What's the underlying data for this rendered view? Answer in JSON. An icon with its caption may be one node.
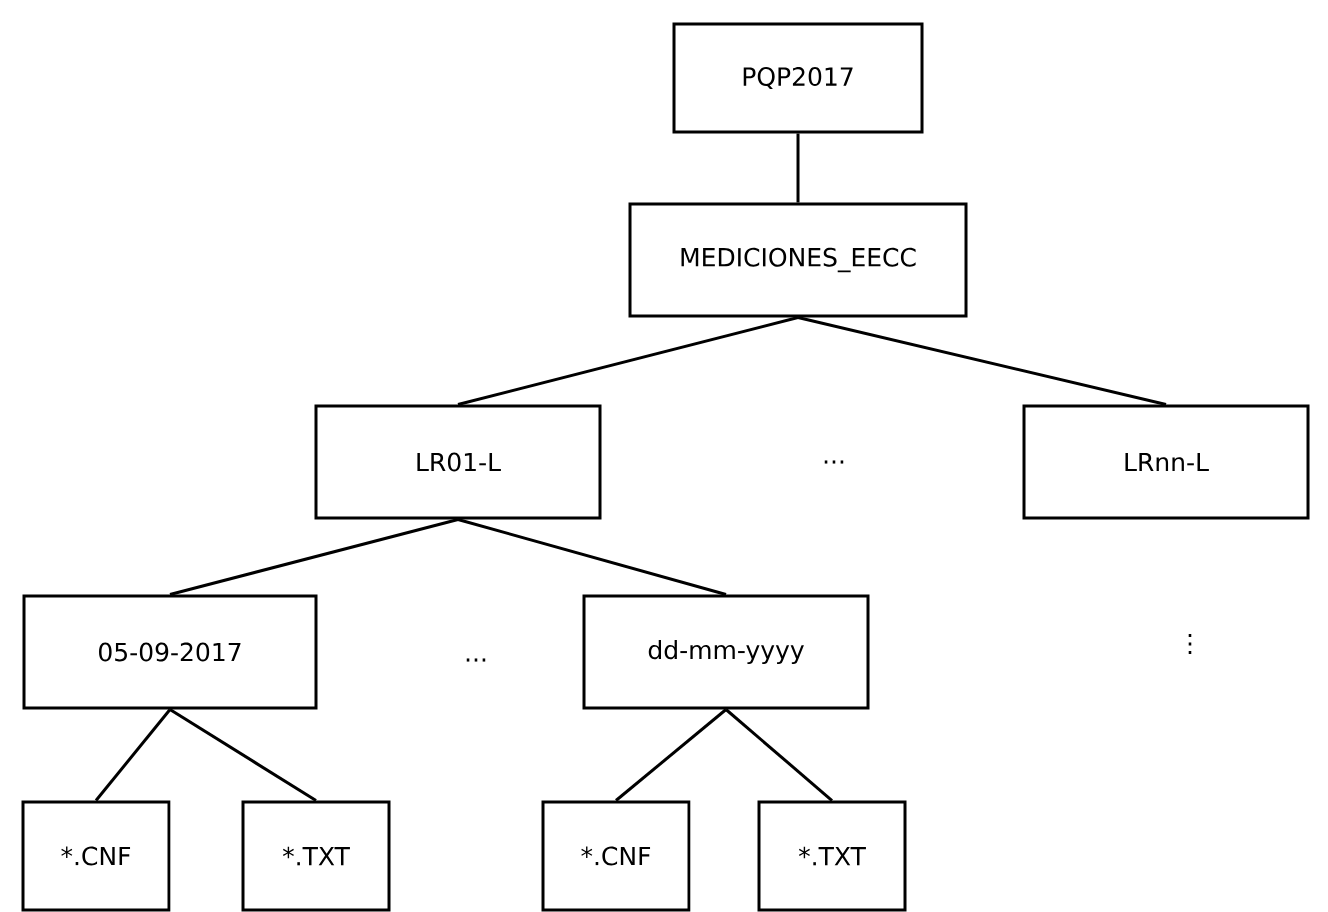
{
  "diagram": {
    "nodes": [
      {
        "text": [
          "PQP2017"
        ]
      },
      {
        "text": [
          "MEDICIONES_EECC"
        ]
      },
      {
        "text": [
          "LR01-L"
        ]
      },
      {
        "text": [
          "LRnn-L"
        ]
      },
      {
        "text": [
          "05-09-2017"
        ]
      },
      {
        "text": [
          "dd-mm-yyyy"
        ]
      },
      {
        "text": [
          "*.CNF"
        ]
      },
      {
        "text": [
          "*.TXT"
        ]
      },
      {
        "text": [
          "*.CNF"
        ]
      },
      {
        "text": [
          "*.TXT"
        ]
      }
    ],
    "edges": [
      {
        "from": 0,
        "to": 1,
        "arrow": "none"
      },
      {
        "from": 1,
        "to": 2,
        "arrow": "none"
      },
      {
        "from": 1,
        "to": 3,
        "arrow": "none"
      },
      {
        "from": 2,
        "to": 4,
        "arrow": "none"
      },
      {
        "from": 2,
        "to": 5,
        "arrow": "none"
      },
      {
        "from": 4,
        "to": 6,
        "arrow": "none"
      },
      {
        "from": 4,
        "to": 7,
        "arrow": "none"
      },
      {
        "from": 5,
        "to": 8,
        "arrow": "none"
      },
      {
        "from": 5,
        "to": 9,
        "arrow": "none"
      }
    ],
    "labels": [
      "...",
      "...",
      "⋮"
    ]
  }
}
